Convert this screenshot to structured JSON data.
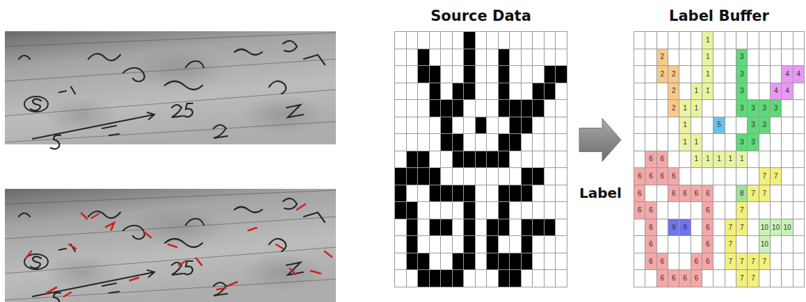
{
  "diagram": {
    "nodes": [
      {
        "text": [
          "Source Data"
        ]
      },
      {
        "text": [
          "Label Buffer"
        ]
      }
    ],
    "edges": [
      {
        "from": 0,
        "to": 1,
        "arrow": "to",
        "label": "Label"
      }
    ],
    "labels": [
      "1",
      "2",
      "1",
      "3",
      "2",
      "2",
      "1",
      "3",
      "4",
      "4",
      "2",
      "1",
      "1",
      "3",
      "4",
      "4",
      "2",
      "1",
      "1",
      "3",
      "3",
      "3",
      "3",
      "1",
      "5",
      "3",
      "3",
      "1",
      "1",
      "3",
      "3",
      "6",
      "6",
      "1",
      "1",
      "1",
      "1",
      "1",
      "6",
      "6",
      "6",
      "6",
      "7",
      "7",
      "6",
      "6",
      "6",
      "6",
      "6",
      "8",
      "7",
      "7",
      "6",
      "6",
      "6",
      "7",
      "6",
      "9",
      "9",
      "6",
      "7",
      "7",
      "10",
      "10",
      "10",
      "6",
      "6",
      "7",
      "10",
      "6",
      "6",
      "6",
      "6",
      "7",
      "7",
      "7",
      "7",
      "6",
      "6",
      "6",
      "6",
      "7",
      "7"
    ]
  }
}
